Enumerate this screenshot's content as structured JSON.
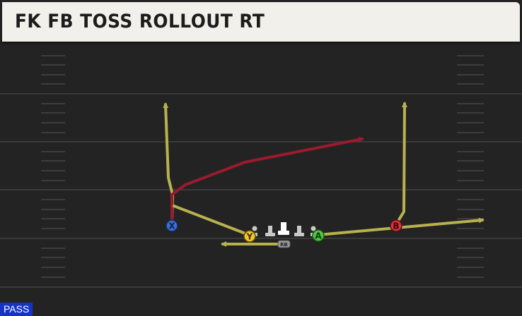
{
  "play": {
    "title": "FK FB TOSS ROLLOUT RT"
  },
  "mode_badge": "PASS",
  "players": [
    {
      "id": "X",
      "label": "X",
      "color": "#3b6fd6",
      "route_color": "#9b1b2e"
    },
    {
      "id": "Y",
      "label": "Y",
      "color": "#efc531",
      "route_color": "#b8b24e"
    },
    {
      "id": "A",
      "label": "A",
      "color": "#4fc841",
      "route_color": "#b8b24e"
    },
    {
      "id": "B",
      "label": "B",
      "color": "#d9333f",
      "route_color": "#b8b24e"
    },
    {
      "id": "RB",
      "label": "RB",
      "color": "#9a9a9a",
      "route_color": "#b8b24e"
    }
  ],
  "colors": {
    "field": "#232323",
    "yard_line": "#3a3a3a",
    "hash": "#3c3c3c",
    "primary_route": "#9b1b2e",
    "route": "#b8b24e"
  }
}
